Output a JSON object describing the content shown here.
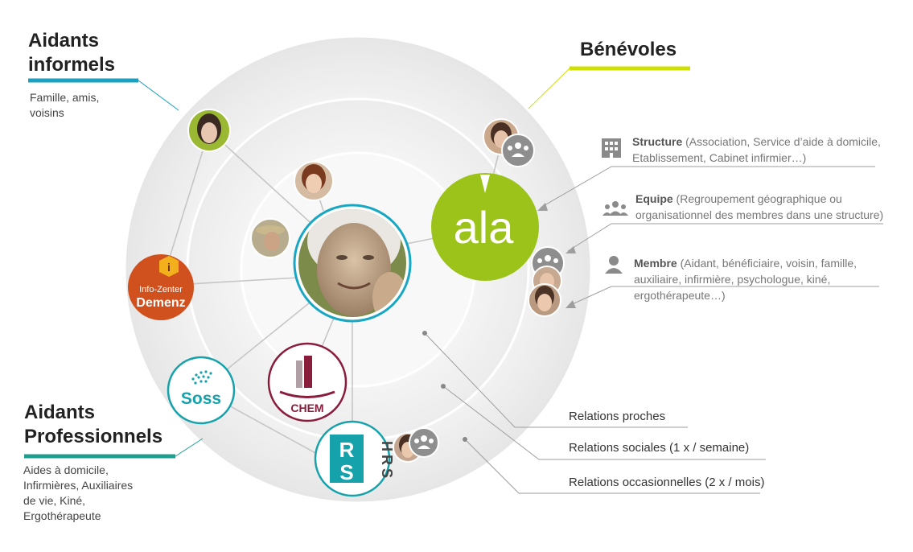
{
  "groups": {
    "informels": {
      "title_l1": "Aidants",
      "title_l2": "informels",
      "desc_l1": "Famille, amis,",
      "desc_l2": "voisins",
      "accent": "#1aa0c0"
    },
    "pros": {
      "title_l1": "Aidants",
      "title_l2": "Professionnels",
      "desc_l1": "Aides à domicile,",
      "desc_l2": "Infirmières, Auxiliaires",
      "desc_l3": "de vie, Kiné,",
      "desc_l4": "Ergothérapeute",
      "accent": "#1f9e8f"
    },
    "benevoles": {
      "title": "Bénévoles",
      "accent": "#cfe000"
    }
  },
  "legend": {
    "structure": {
      "term": "Structure",
      "desc": " (Association, Service d’aide à domicile, Etablissement, Cabinet infirmier…)",
      "icon": "building-icon"
    },
    "equipe": {
      "term": "Equipe",
      "desc": " (Regroupement géographique ou organisationnel des membres dans une structure)",
      "icon": "group-icon"
    },
    "membre": {
      "term": "Membre",
      "desc": " (Aidant, bénéficiaire, voisin, famille, auxiliaire, infirmière, psychologue, kiné, ergothérapeute…)",
      "icon": "person-icon"
    }
  },
  "relations": {
    "proches": "Relations proches",
    "sociales": "Relations sociales (1 x / semaine)",
    "occasionnelles": "Relations occasionnelles (2 x / mois)"
  },
  "logos": {
    "ala": "ala",
    "info_zenter_l1": "Info-Zenter",
    "info_zenter_l2": "Demenz",
    "info_badge": "i",
    "soss": "Soss",
    "chem": "CHEM",
    "hrs_r": "R",
    "hrs_s": "S",
    "hrs_vertical": "HRS"
  },
  "colors": {
    "ala_green": "#9cc31a",
    "info_orange": "#d0511e",
    "info_yellow": "#f2b11c",
    "teal": "#15a2ab",
    "chem_red": "#8a1c3c",
    "line_grey": "#bdbdbd"
  }
}
